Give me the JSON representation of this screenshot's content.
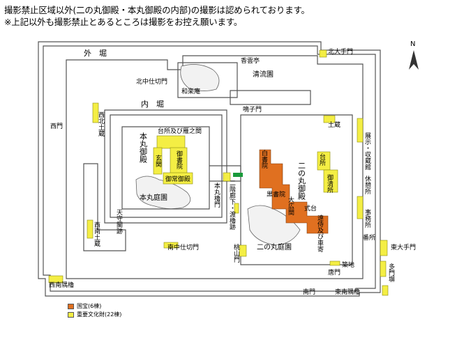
{
  "notice": {
    "line1": "撮影禁止区域以外(二の丸御殿・本丸御殿の内部)の撮影は認められております。",
    "line2": "※上記以外も撮影禁止とあるところは撮影をお控え願います。"
  },
  "map": {
    "labels": {
      "sotobori": "外　堀",
      "uchibori": "内　堀",
      "kitaote": "北大手門",
      "kitanaka": "北中仕切門",
      "nishimon": "西門",
      "seihoku": "西北土蔵",
      "seiryuen": "清流園",
      "kounsai": "香雲亭",
      "wajoan": "和楽庵",
      "meiko": "鳴子門",
      "dozou_ne": "土蔵",
      "tenji": "展示・収蔵館",
      "kyukei": "休憩所",
      "jimusho": "事務所",
      "bansho": "番所",
      "higashiote": "東大手門",
      "tamon": "多門塀",
      "tounan": "東南隅櫓",
      "minamimon": "南門",
      "karamon": "唐門",
      "tsukiji": "築地",
      "minaminaka": "南中仕切門",
      "seinan_dozou": "西南土蔵",
      "seinan_yagura": "西南隅櫓",
      "momoyama": "桃山門",
      "honmaru_tsuru": "本丸櫓門",
      "nikai_rouka": "二階廊下・渡櫓跡",
      "tenshu": "天守閣跡",
      "honmaru_goten": "本丸御殿",
      "daidokoro_hon": "台所及び雁之間",
      "genkan": "玄関",
      "goshoin": "御書院",
      "goshinden": "御常御殿",
      "honmaru_teien": "本丸庭園",
      "ninomaru_goten": "二の丸御殿",
      "ninomaru_teien": "二の丸庭園",
      "shiroshoin": "白書院",
      "kuroshoin": "黒書院",
      "ohiroma": "大広間",
      "shikidai": "式台",
      "tozamurai": "遠侍及び車寄",
      "daidokoro": "台所",
      "okiyodokoro": "御清所"
    },
    "colors": {
      "national": "#e07020",
      "important": "#f4ee44",
      "green": "#1a9a3a",
      "wall": "#555555"
    }
  },
  "compass": {
    "label": "N"
  },
  "legend": {
    "items": [
      {
        "label": "国宝(6棟)",
        "color": "#e07020"
      },
      {
        "label": "重要文化財(22棟)",
        "color": "#f4ee44"
      }
    ]
  }
}
